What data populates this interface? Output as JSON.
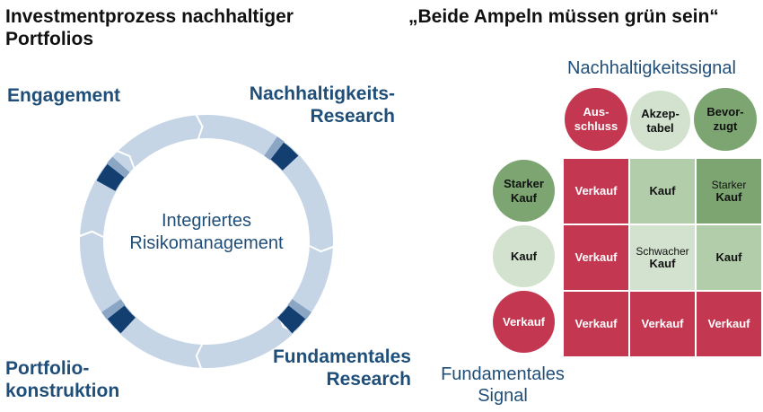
{
  "left": {
    "title_line1": "Investmentprozess nachhaltiger",
    "title_line2": "Portfolios",
    "stages": {
      "engagement": "Engagement",
      "nachhaltigkeit_line1": "Nachhaltigkeits-",
      "nachhaltigkeit_line2": "Research",
      "fundamental_line1": "Fundamentales",
      "fundamental_line2": "Research",
      "portfolio_line1": "Portfolio-",
      "portfolio_line2": "konstruktion"
    },
    "center_line1": "Integriertes",
    "center_line2": "Risikomanagement",
    "colors": {
      "ring": "#c5d5e6",
      "marker_dark": "#123f70",
      "marker_light": "#8aa6c4"
    }
  },
  "right": {
    "title": "„Beide Ampeln müssen grün sein“",
    "column_axis": "Nachhaltigkeitssignal",
    "row_axis_line1": "Fundamentales",
    "row_axis_line2": "Signal",
    "columns": [
      {
        "line1": "Aus-",
        "line2": "schluss"
      },
      {
        "line1": "Akzep-",
        "line2": "tabel"
      },
      {
        "line1": "Bevor-",
        "line2": "zugt"
      }
    ],
    "rows": [
      {
        "line1": "Starker",
        "line2": "Kauf"
      },
      {
        "line1": "Kauf",
        "line2": ""
      },
      {
        "line1": "Verkauf",
        "line2": ""
      }
    ],
    "cells": [
      [
        {
          "top": "",
          "main": "Verkauf"
        },
        {
          "top": "",
          "main": "Kauf"
        },
        {
          "top": "Starker",
          "main": "Kauf"
        }
      ],
      [
        {
          "top": "",
          "main": "Verkauf"
        },
        {
          "top": "Schwacher",
          "main": "Kauf"
        },
        {
          "top": "",
          "main": "Kauf"
        }
      ],
      [
        {
          "top": "",
          "main": "Verkauf"
        },
        {
          "top": "",
          "main": "Verkauf"
        },
        {
          "top": "",
          "main": "Verkauf"
        }
      ]
    ],
    "colors": {
      "red": "#c43751",
      "light_green": "#d2e2cf",
      "mid_green": "#b1cda9",
      "dark_green": "#7ca571"
    }
  }
}
